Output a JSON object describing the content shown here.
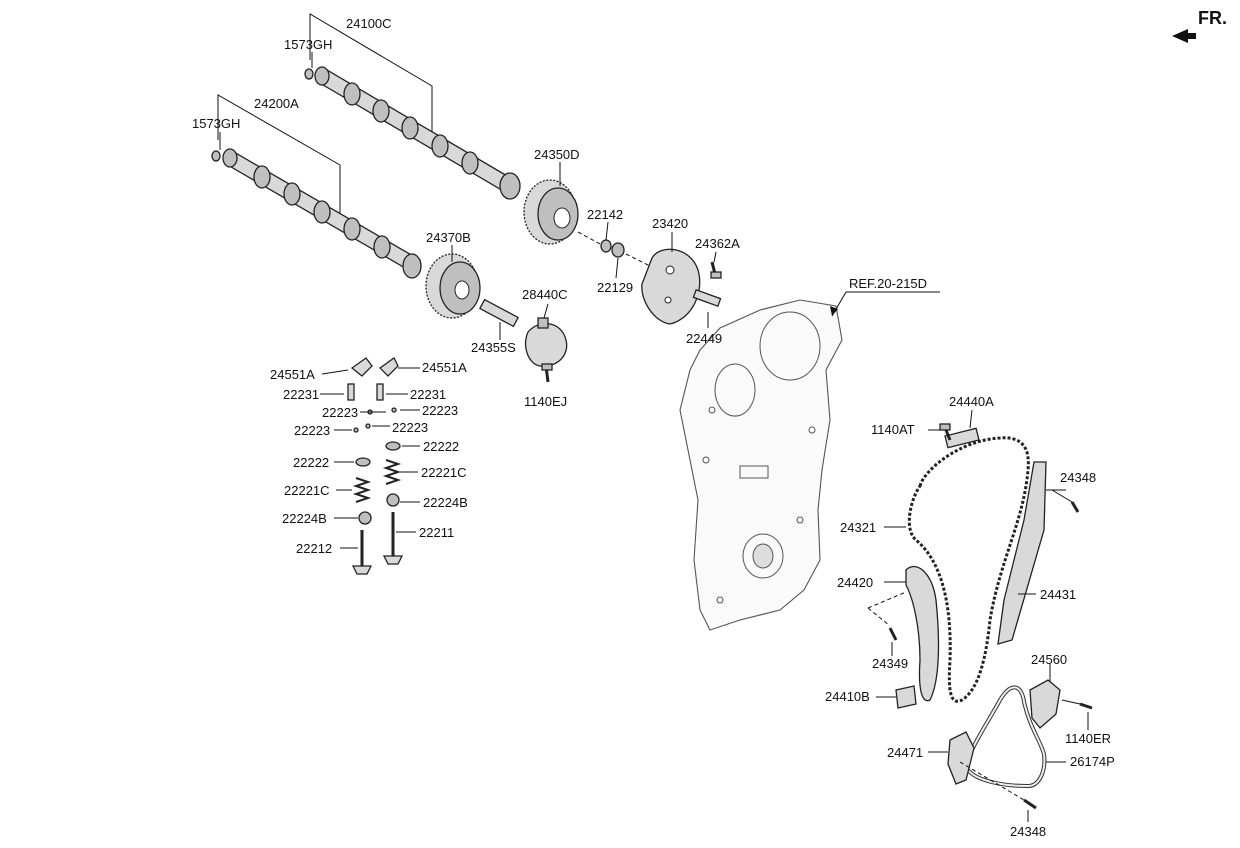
{
  "diagram": {
    "direction_label": "FR.",
    "labels": {
      "p24100C": "24100C",
      "p1573GH_a": "1573GH",
      "p24200A": "24200A",
      "p1573GH_b": "1573GH",
      "p24350D": "24350D",
      "p22142": "22142",
      "p23420": "23420",
      "p24362A": "24362A",
      "p24370B": "24370B",
      "p22129": "22129",
      "p28440C": "28440C",
      "p22449": "22449",
      "pREF": "REF.20-215D",
      "p24355S": "24355S",
      "p24551A_l": "24551A",
      "p24551A_r": "24551A",
      "p1140EJ": "1140EJ",
      "p22231_l": "22231",
      "p22231_r": "22231",
      "p22223_1": "22223",
      "p22223_2": "22223",
      "p22223_3": "22223",
      "p22223_4": "22223",
      "p22222_r": "22222",
      "p22222_l": "22222",
      "p22221C_r": "22221C",
      "p22221C_l": "22221C",
      "p22224B_r": "22224B",
      "p22224B_l": "22224B",
      "p22211": "22211",
      "p22212": "22212",
      "p24440A": "24440A",
      "p1140AT": "1140AT",
      "p24348_top": "24348",
      "p24321": "24321",
      "p24420": "24420",
      "p24431": "24431",
      "p24349": "24349",
      "p24560": "24560",
      "p24410B": "24410B",
      "p1140ER": "1140ER",
      "p24471": "24471",
      "p26174P": "26174P",
      "p24348_bot": "24348"
    }
  }
}
